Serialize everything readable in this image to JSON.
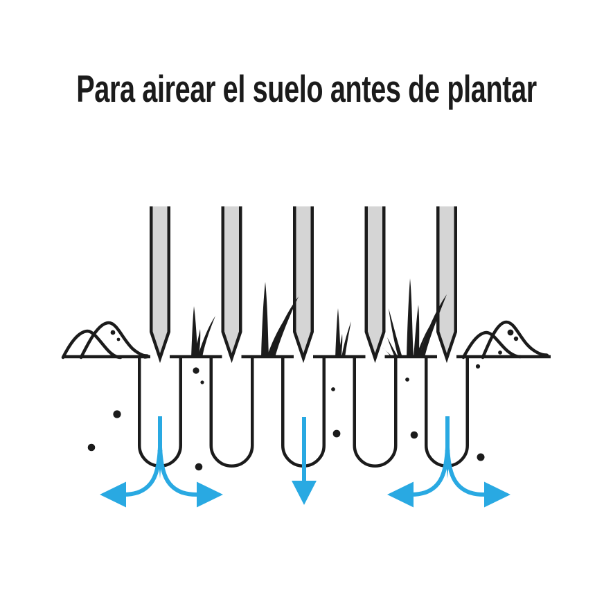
{
  "title": "Para airear el suelo antes de plantar",
  "colors": {
    "ink": "#1b1b1b",
    "spike": "#d5d5d5",
    "accent": "#29a9e2",
    "background": "#ffffff"
  },
  "illustration": {
    "spike_count": 5,
    "hole_count": 5,
    "grass_tuft_count": 4,
    "mound_count": 2,
    "arrows": [
      "split-left-right",
      "down",
      "split-left-right"
    ]
  }
}
